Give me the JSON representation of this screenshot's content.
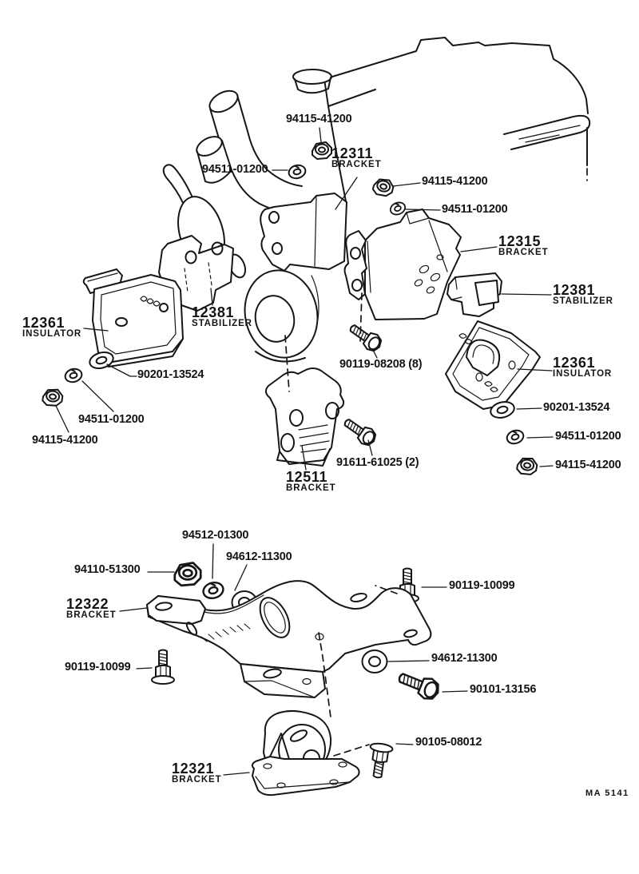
{
  "diagram": {
    "doc_code": "MA 5141",
    "colors": {
      "ink": "#161616",
      "background": "#ffffff"
    },
    "labels": [
      {
        "number": "94115-41200",
        "name": ""
      },
      {
        "number": "12311",
        "name": "BRACKET"
      },
      {
        "number": "94511-01200",
        "name": ""
      },
      {
        "number": "94115-41200",
        "name": ""
      },
      {
        "number": "94511-01200",
        "name": ""
      },
      {
        "number": "12315",
        "name": "BRACKET"
      },
      {
        "number": "12381",
        "name": "STABILIZER"
      },
      {
        "number": "12361",
        "name": "INSULATOR"
      },
      {
        "number": "12381",
        "name": "STABILIZER"
      },
      {
        "number": "90201-13524",
        "name": ""
      },
      {
        "number": "94511-01200",
        "name": ""
      },
      {
        "number": "94115-41200",
        "name": ""
      },
      {
        "number": "90119-08208 (8)",
        "name": ""
      },
      {
        "number": "12361",
        "name": "INSULATOR"
      },
      {
        "number": "90201-13524",
        "name": ""
      },
      {
        "number": "94511-01200",
        "name": ""
      },
      {
        "number": "94115-41200",
        "name": ""
      },
      {
        "number": "91611-61025 (2)",
        "name": ""
      },
      {
        "number": "12511",
        "name": "BRACKET"
      },
      {
        "number": "94512-01300",
        "name": ""
      },
      {
        "number": "94612-11300",
        "name": ""
      },
      {
        "number": "94110-51300",
        "name": ""
      },
      {
        "number": "12322",
        "name": "BRACKET"
      },
      {
        "number": "90119-10099",
        "name": ""
      },
      {
        "number": "90119-10099",
        "name": ""
      },
      {
        "number": "94612-11300",
        "name": ""
      },
      {
        "number": "90101-13156",
        "name": ""
      },
      {
        "number": "90105-08012",
        "name": ""
      },
      {
        "number": "12321",
        "name": "BRACKET"
      }
    ]
  }
}
